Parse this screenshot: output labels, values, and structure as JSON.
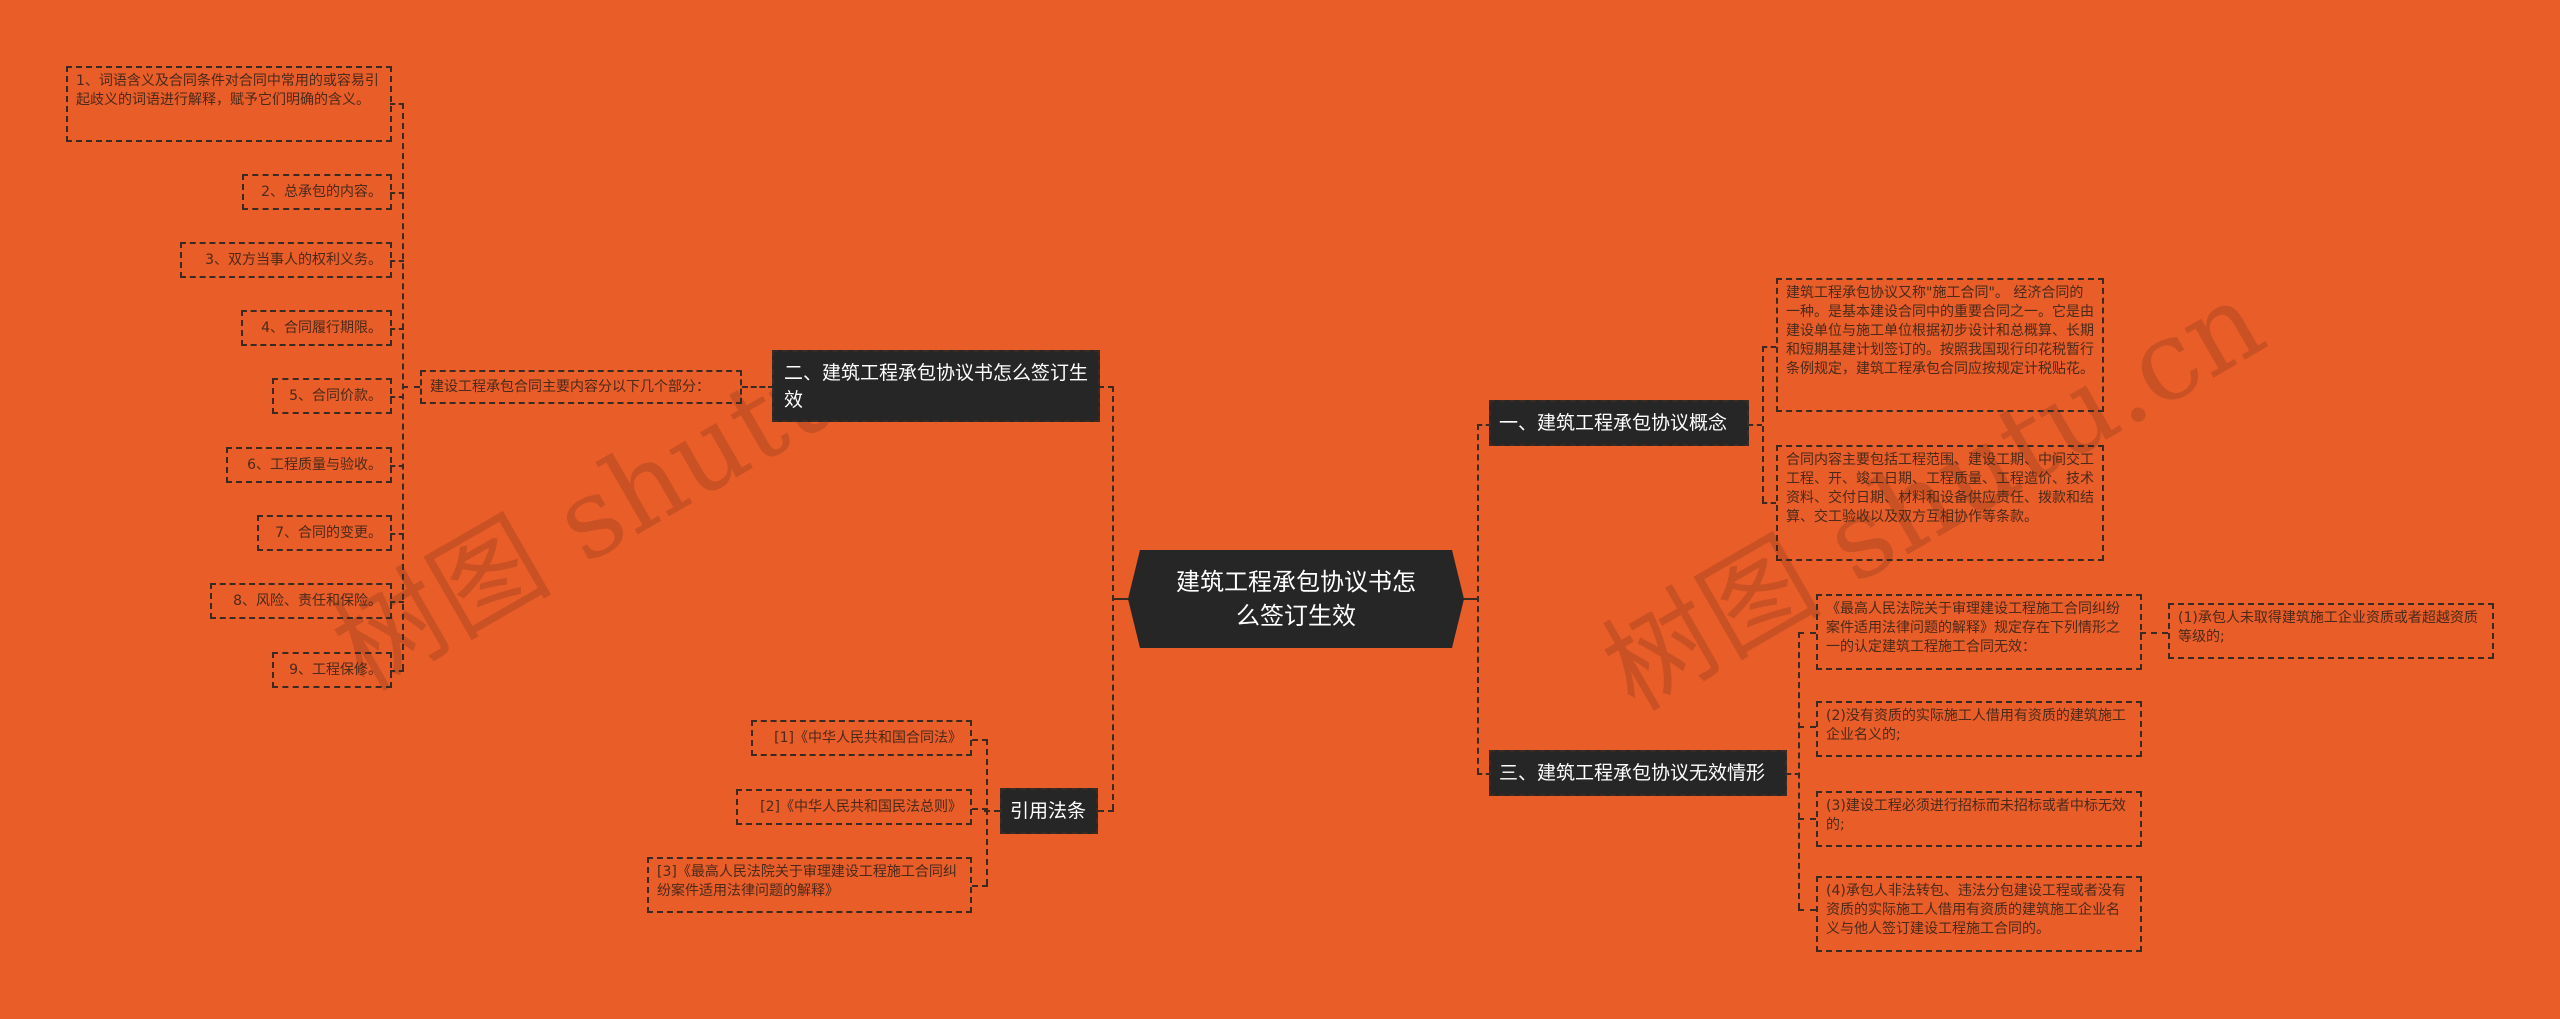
{
  "colors": {
    "background": "#E95D29",
    "node_dark": "#262626",
    "leaf_text": "#4a2a1a",
    "line": "#3a2a22"
  },
  "watermark": {
    "left": "树图 shutu.",
    "right": "树图 shutu.cn"
  },
  "root": {
    "label": "建筑工程承包协议书怎么签订生效"
  },
  "left": {
    "branch_sign": {
      "label": "二、建筑工程承包协议书怎么签订生效",
      "intro": "建设工程承包合同主要内容分以下几个部分：",
      "items": [
        "1、词语含义及合同条件对合同中常用的或容易引起歧义的词语进行解释，赋予它们明确的含义。",
        "2、总承包的内容。",
        "3、双方当事人的权利义务。",
        "4、合同履行期限。",
        "5、合同价款。",
        "6、工程质量与验收。",
        "7、合同的变更。",
        "8、风险、责任和保险。",
        "9、工程保修。"
      ]
    },
    "branch_laws": {
      "label": "引用法条",
      "items": [
        "[1]《中华人民共和国合同法》",
        "[2]《中华人民共和国民法总则》",
        "[3]《最高人民法院关于审理建设工程施工合同纠纷案件适用法律问题的解释》"
      ]
    }
  },
  "right": {
    "branch_concept": {
      "label": "一、建筑工程承包协议概念",
      "items": [
        "建筑工程承包协议又称\"施工合同\"。 经济合同的一种。是基本建设合同中的重要合同之一。它是由建设单位与施工单位根据初步设计和总概算、长期和短期基建计划签订的。按照我国现行印花税暂行条例规定，建筑工程承包合同应按规定计税贴花。",
        "合同内容主要包括工程范围、建设工期、中间交工工程、开、竣工日期、工程质量、工程造价、技术资料、交付日期、材料和设备供应责任、拨款和结算、交工验收以及双方互相协作等条款。"
      ]
    },
    "branch_invalid": {
      "label": "三、建筑工程承包协议无效情形",
      "items": [
        "《最高人民法院关于审理建设工程施工合同纠纷案件适用法律问题的解释》规定存在下列情形之一的认定建筑工程施工合同无效：",
        "(2)没有资质的实际施工人借用有资质的建筑施工企业名义的;",
        "(3)建设工程必须进行招标而未招标或者中标无效的;",
        "(4)承包人非法转包、违法分包建设工程或者没有资质的实际施工人借用有资质的建筑施工企业名义与他人签订建设工程施工合同的。"
      ],
      "sub_item": "(1)承包人未取得建筑施工企业资质或者超越资质等级的;"
    }
  }
}
